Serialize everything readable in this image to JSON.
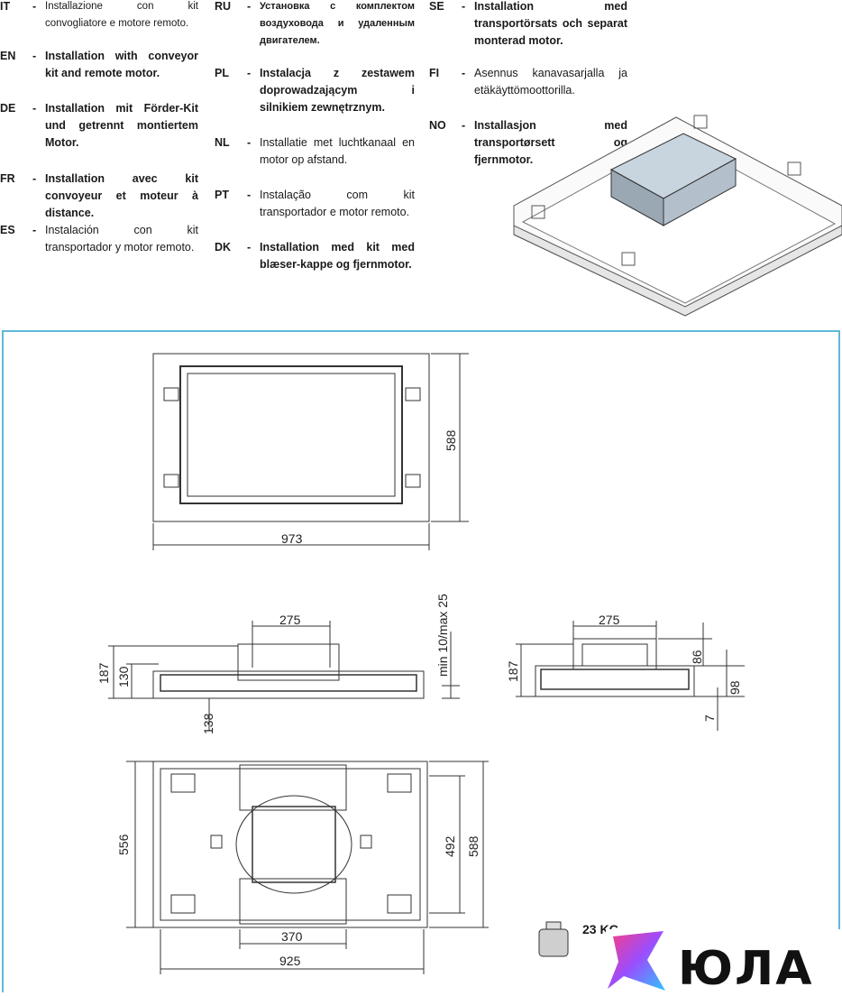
{
  "languages": [
    {
      "code": "IT",
      "dash": "-",
      "text": "Installazione con kit convogliatore e motore remoto."
    },
    {
      "code": "EN",
      "dash": "-",
      "text": "Installation with conveyor kit and remote motor."
    },
    {
      "code": "DE",
      "dash": "-",
      "text": "Installation mit Förder-Kit und getrennt montiertem Motor."
    },
    {
      "code": "FR",
      "dash": "-",
      "text": "Installation avec kit convoyeur et moteur à distance."
    },
    {
      "code": "ES",
      "dash": "-",
      "text": "Instalación con kit transportador y motor remoto."
    },
    {
      "code": "RU",
      "dash": "-",
      "text": "Установка с комплектом воздуховода и удаленным двигателем."
    },
    {
      "code": "PL",
      "dash": "-",
      "text": "Instalacja z zestawem doprowadzającym i silnikiem zewnętrznym."
    },
    {
      "code": "NL",
      "dash": "-",
      "text": "Installatie met luchtkanaal en motor op afstand."
    },
    {
      "code": "PT",
      "dash": "-",
      "text": "Instalação com kit transportador e motor remoto."
    },
    {
      "code": "DK",
      "dash": "-",
      "text": "Installation med kit med blæser-kappe og fjernmotor."
    },
    {
      "code": "SE",
      "dash": "-",
      "text": "Installation med transportörsats och separat monterad motor."
    },
    {
      "code": "FI",
      "dash": "-",
      "text": "Asennus kanavasarjalla ja etäkäyttömoottorilla."
    },
    {
      "code": "NO",
      "dash": "-",
      "text": "Installasjon med transportørsett og fjernmotor."
    }
  ],
  "dimensions": {
    "top_width": "973",
    "top_height": "588",
    "front_duct": "275",
    "front_h1": "187",
    "front_h2": "130",
    "front_h3": "138",
    "front_gap": "min 10/max 25",
    "side_duct": "275",
    "side_h1": "187",
    "side_h2": "86",
    "side_h3": "98",
    "side_h4": "7",
    "bottom_h1": "556",
    "bottom_h2": "492",
    "bottom_h3": "588",
    "bottom_w1": "370",
    "bottom_w2": "925"
  },
  "weight": "23 KG",
  "logo": "ЮЛА",
  "colors": {
    "frame": "#5fb8d8",
    "box": "#c8d4de"
  }
}
